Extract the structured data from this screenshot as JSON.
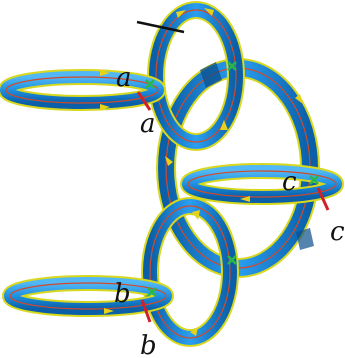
{
  "labels": {
    "a_top": "a",
    "a_bottom": "a",
    "b_top": "b",
    "b_bottom": "b",
    "c_inner": "c",
    "c_outer": "c"
  },
  "colors": {
    "band": "#1e90e0",
    "band_dark": "#0a5fa8",
    "edge": "#e6e62a",
    "stripe": "#d2492a",
    "cross": "#2ab84a",
    "arrow": "#e6d21a",
    "cut": "#d1202a",
    "background": "#ffffff"
  }
}
